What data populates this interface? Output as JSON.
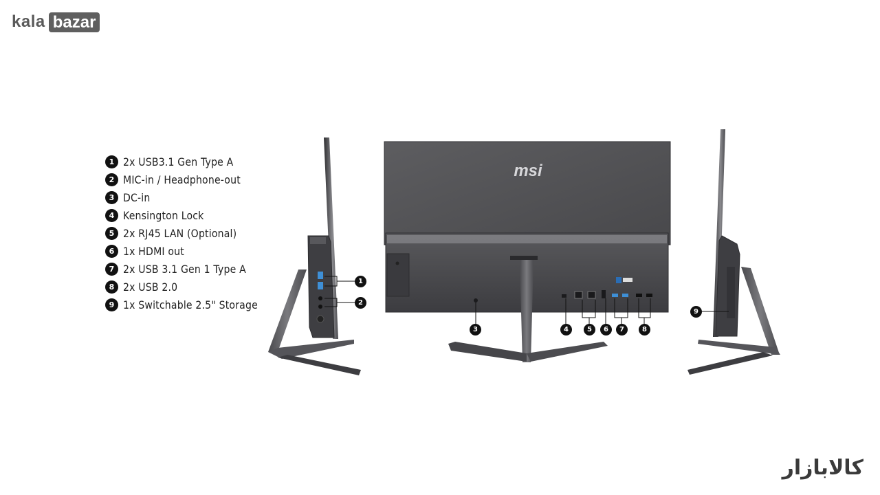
{
  "brand": {
    "logo_left": "kala",
    "logo_right": "bazar",
    "watermark_fa": "کالابازار"
  },
  "product": {
    "brand_mark": "msi"
  },
  "ports": [
    {
      "num": "1",
      "label": "2x USB3.1 Gen Type A"
    },
    {
      "num": "2",
      "label": "MIC-in / Headphone-out"
    },
    {
      "num": "3",
      "label": "DC-in"
    },
    {
      "num": "4",
      "label": "Kensington Lock"
    },
    {
      "num": "5",
      "label": "2x RJ45 LAN (Optional)"
    },
    {
      "num": "6",
      "label": "1x HDMI out"
    },
    {
      "num": "7",
      "label": "2x USB 3.1 Gen 1 Type A"
    },
    {
      "num": "8",
      "label": "2x USB 2.0"
    },
    {
      "num": "9",
      "label": "1x Switchable 2.5\" Storage"
    }
  ]
}
